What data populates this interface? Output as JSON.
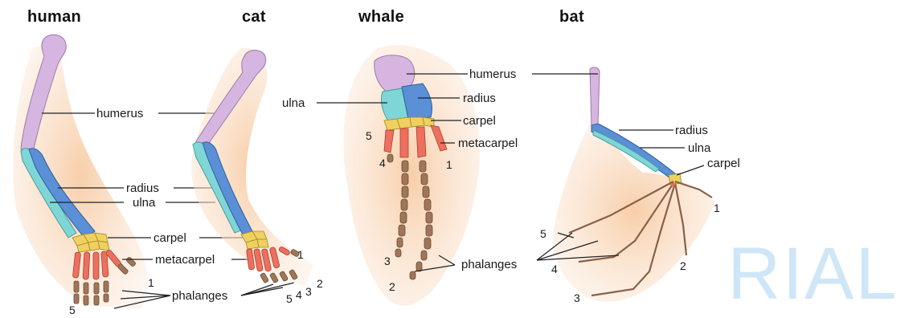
{
  "titles": {
    "human": "human",
    "cat": "cat",
    "whale": "whale",
    "bat": "bat"
  },
  "labels": {
    "humerus": "humerus",
    "radius": "radius",
    "ulna": "ulna",
    "carpel": "carpel",
    "metacarpel": "metacarpel",
    "phalanges": "phalanges"
  },
  "digits": {
    "d1": "1",
    "d2": "2",
    "d3": "3",
    "d4": "4",
    "d5": "5"
  },
  "watermark": "RIAL",
  "colors": {
    "humerus": "#d6b6e0",
    "radius": "#5b8fd6",
    "ulna": "#7fd6d6",
    "carpel": "#f0d060",
    "metacarpel": "#ee6f5f",
    "phalanges": "#a0765a",
    "flesh": "#f8d2b0"
  }
}
